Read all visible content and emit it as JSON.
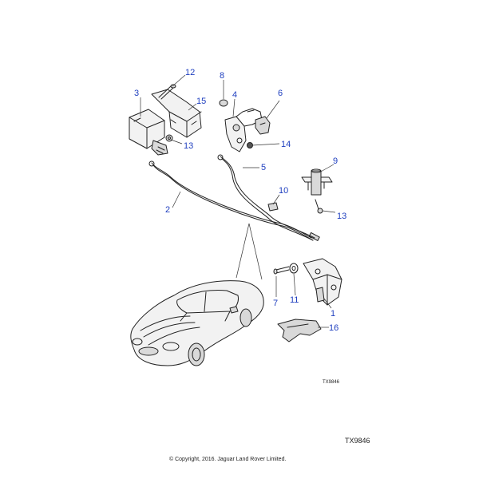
{
  "callouts": {
    "c1": "1",
    "c2": "2",
    "c3": "3",
    "c4": "4",
    "c5": "5",
    "c6": "6",
    "c7": "7",
    "c8": "8",
    "c9": "9",
    "c10": "10",
    "c11": "11",
    "c12": "12",
    "c13a": "13",
    "c13b": "13",
    "c14": "14",
    "c15": "15",
    "c16": "16"
  },
  "refs": {
    "small": "TX9846",
    "main": "TX9846"
  },
  "copyright": "© Copyright, 2016. Jaguar Land Rover Limited.",
  "colors": {
    "callout": "#1f3fbf",
    "line": "#222222"
  }
}
